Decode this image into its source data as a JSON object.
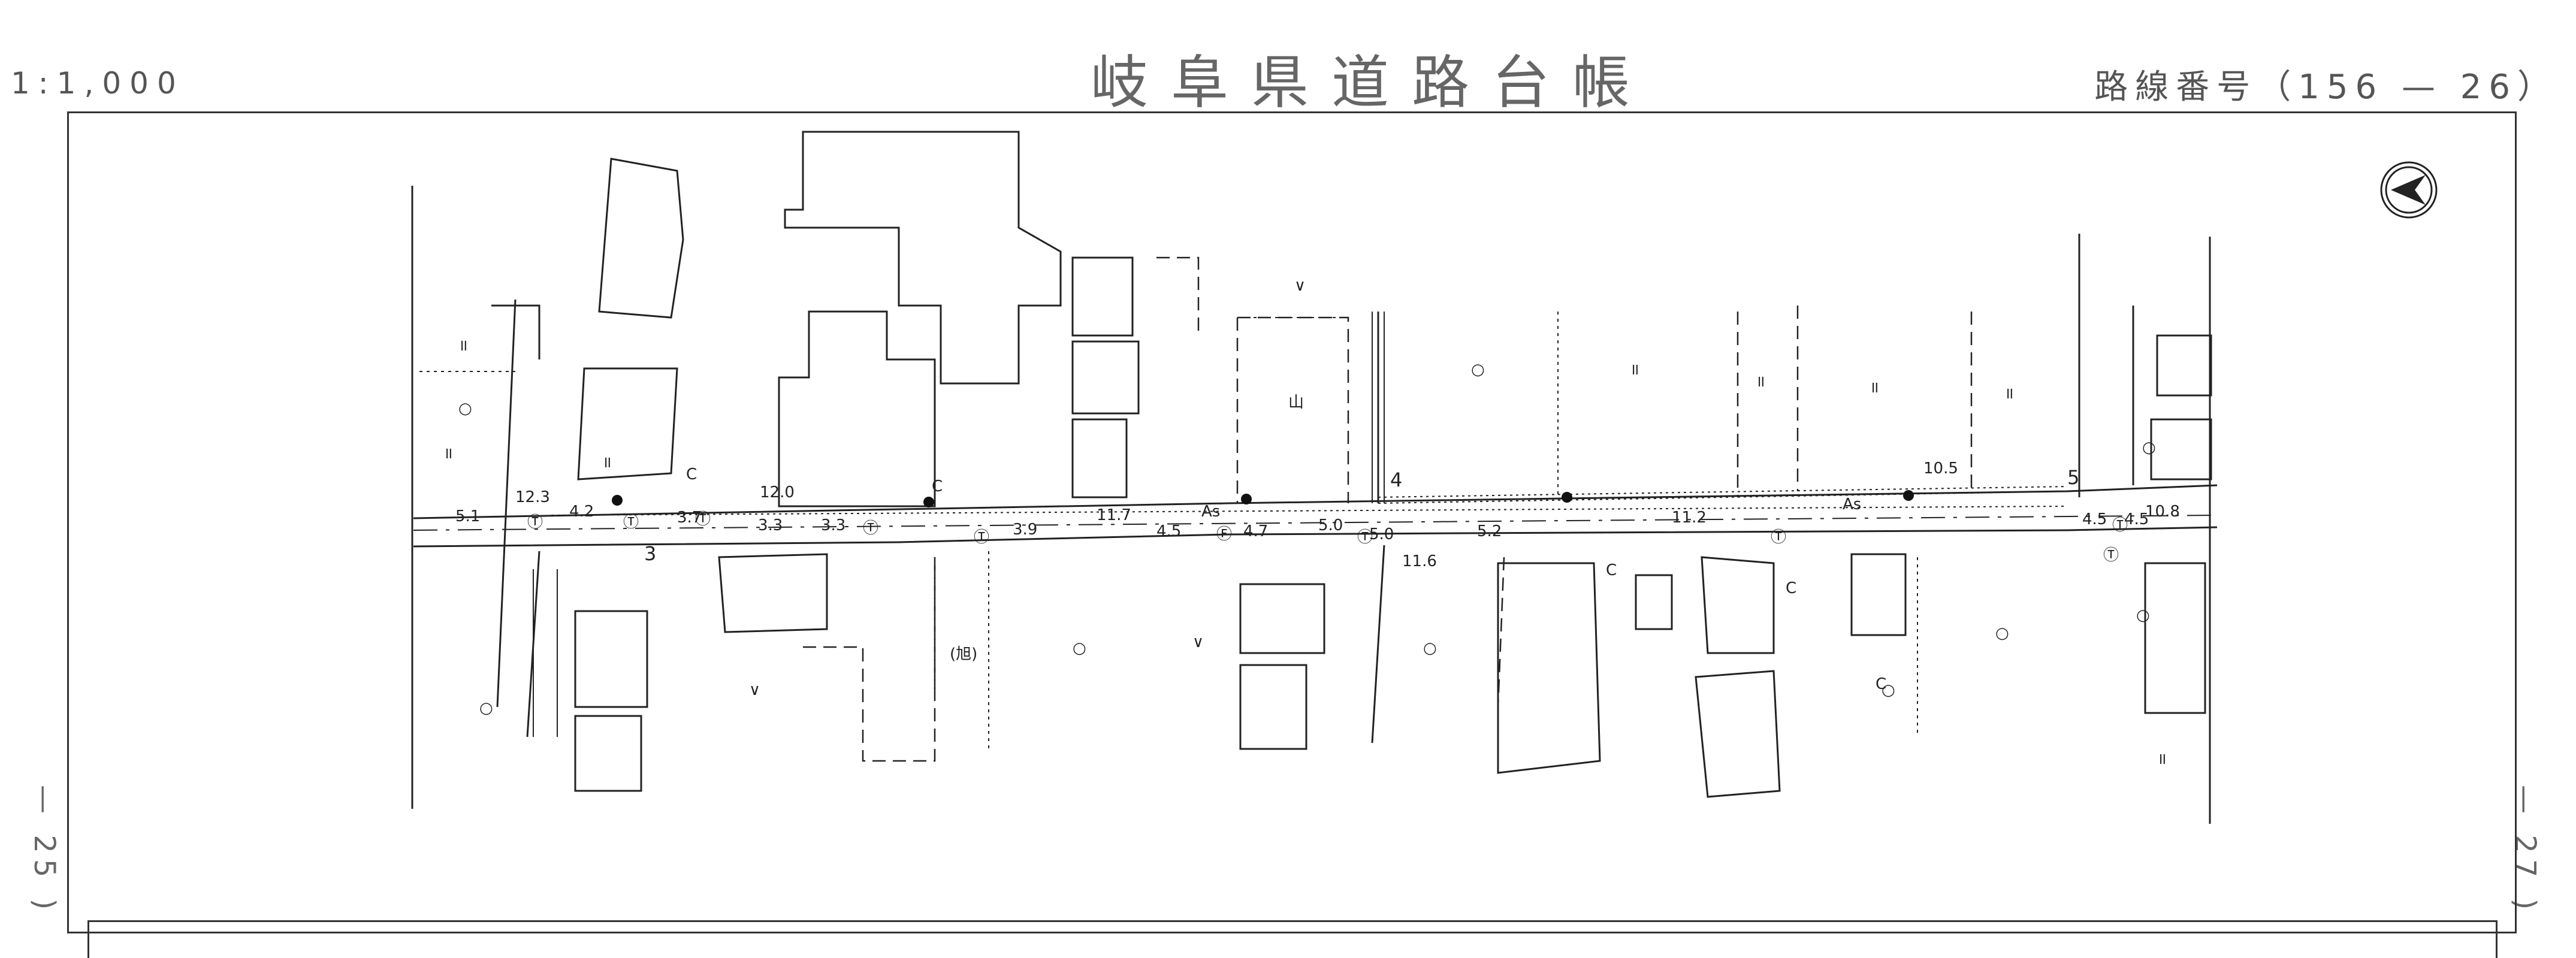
{
  "header": {
    "scale": "1:1,000",
    "title": "岐阜県道路台帳",
    "route_label": "路線番号（",
    "route_number": "156 — 26",
    "route_close": "）"
  },
  "side_labels": {
    "left": "— 25 )",
    "right": "— 27 )"
  },
  "map": {
    "road_widths": [
      "5.1",
      "12.3",
      "4.2",
      "3.7",
      "3.3",
      "12.0",
      "3.3",
      "3.9",
      "11.7",
      "4.5",
      "4.7",
      "5.0",
      "5.0",
      "11.6",
      "5.2",
      "11.2",
      "10.5",
      "4.5",
      "4.5",
      "10.8"
    ],
    "pavement": [
      "As",
      "As"
    ],
    "point_numbers": [
      "3",
      "4",
      "5"
    ],
    "symbols": [
      "Ⓣ",
      "Ⓣ",
      "Ⓣ",
      "Ⓣ",
      "Ⓕ",
      "Ⓣ",
      "Ⓣ",
      "Ⓣ",
      "Ⓣ",
      "Ⓣ",
      "(旭)"
    ],
    "land_marks": [
      "॥",
      "॥",
      "॥",
      "॥",
      "॥",
      "॥",
      "॥",
      "॥",
      "山",
      "∨",
      "∨",
      "∨",
      "○",
      "○",
      "○",
      "○",
      "○",
      "○",
      "○",
      "○",
      "○",
      "C",
      "C",
      "C",
      "C",
      "C"
    ],
    "north_arrow": "north-arrow-icon"
  }
}
